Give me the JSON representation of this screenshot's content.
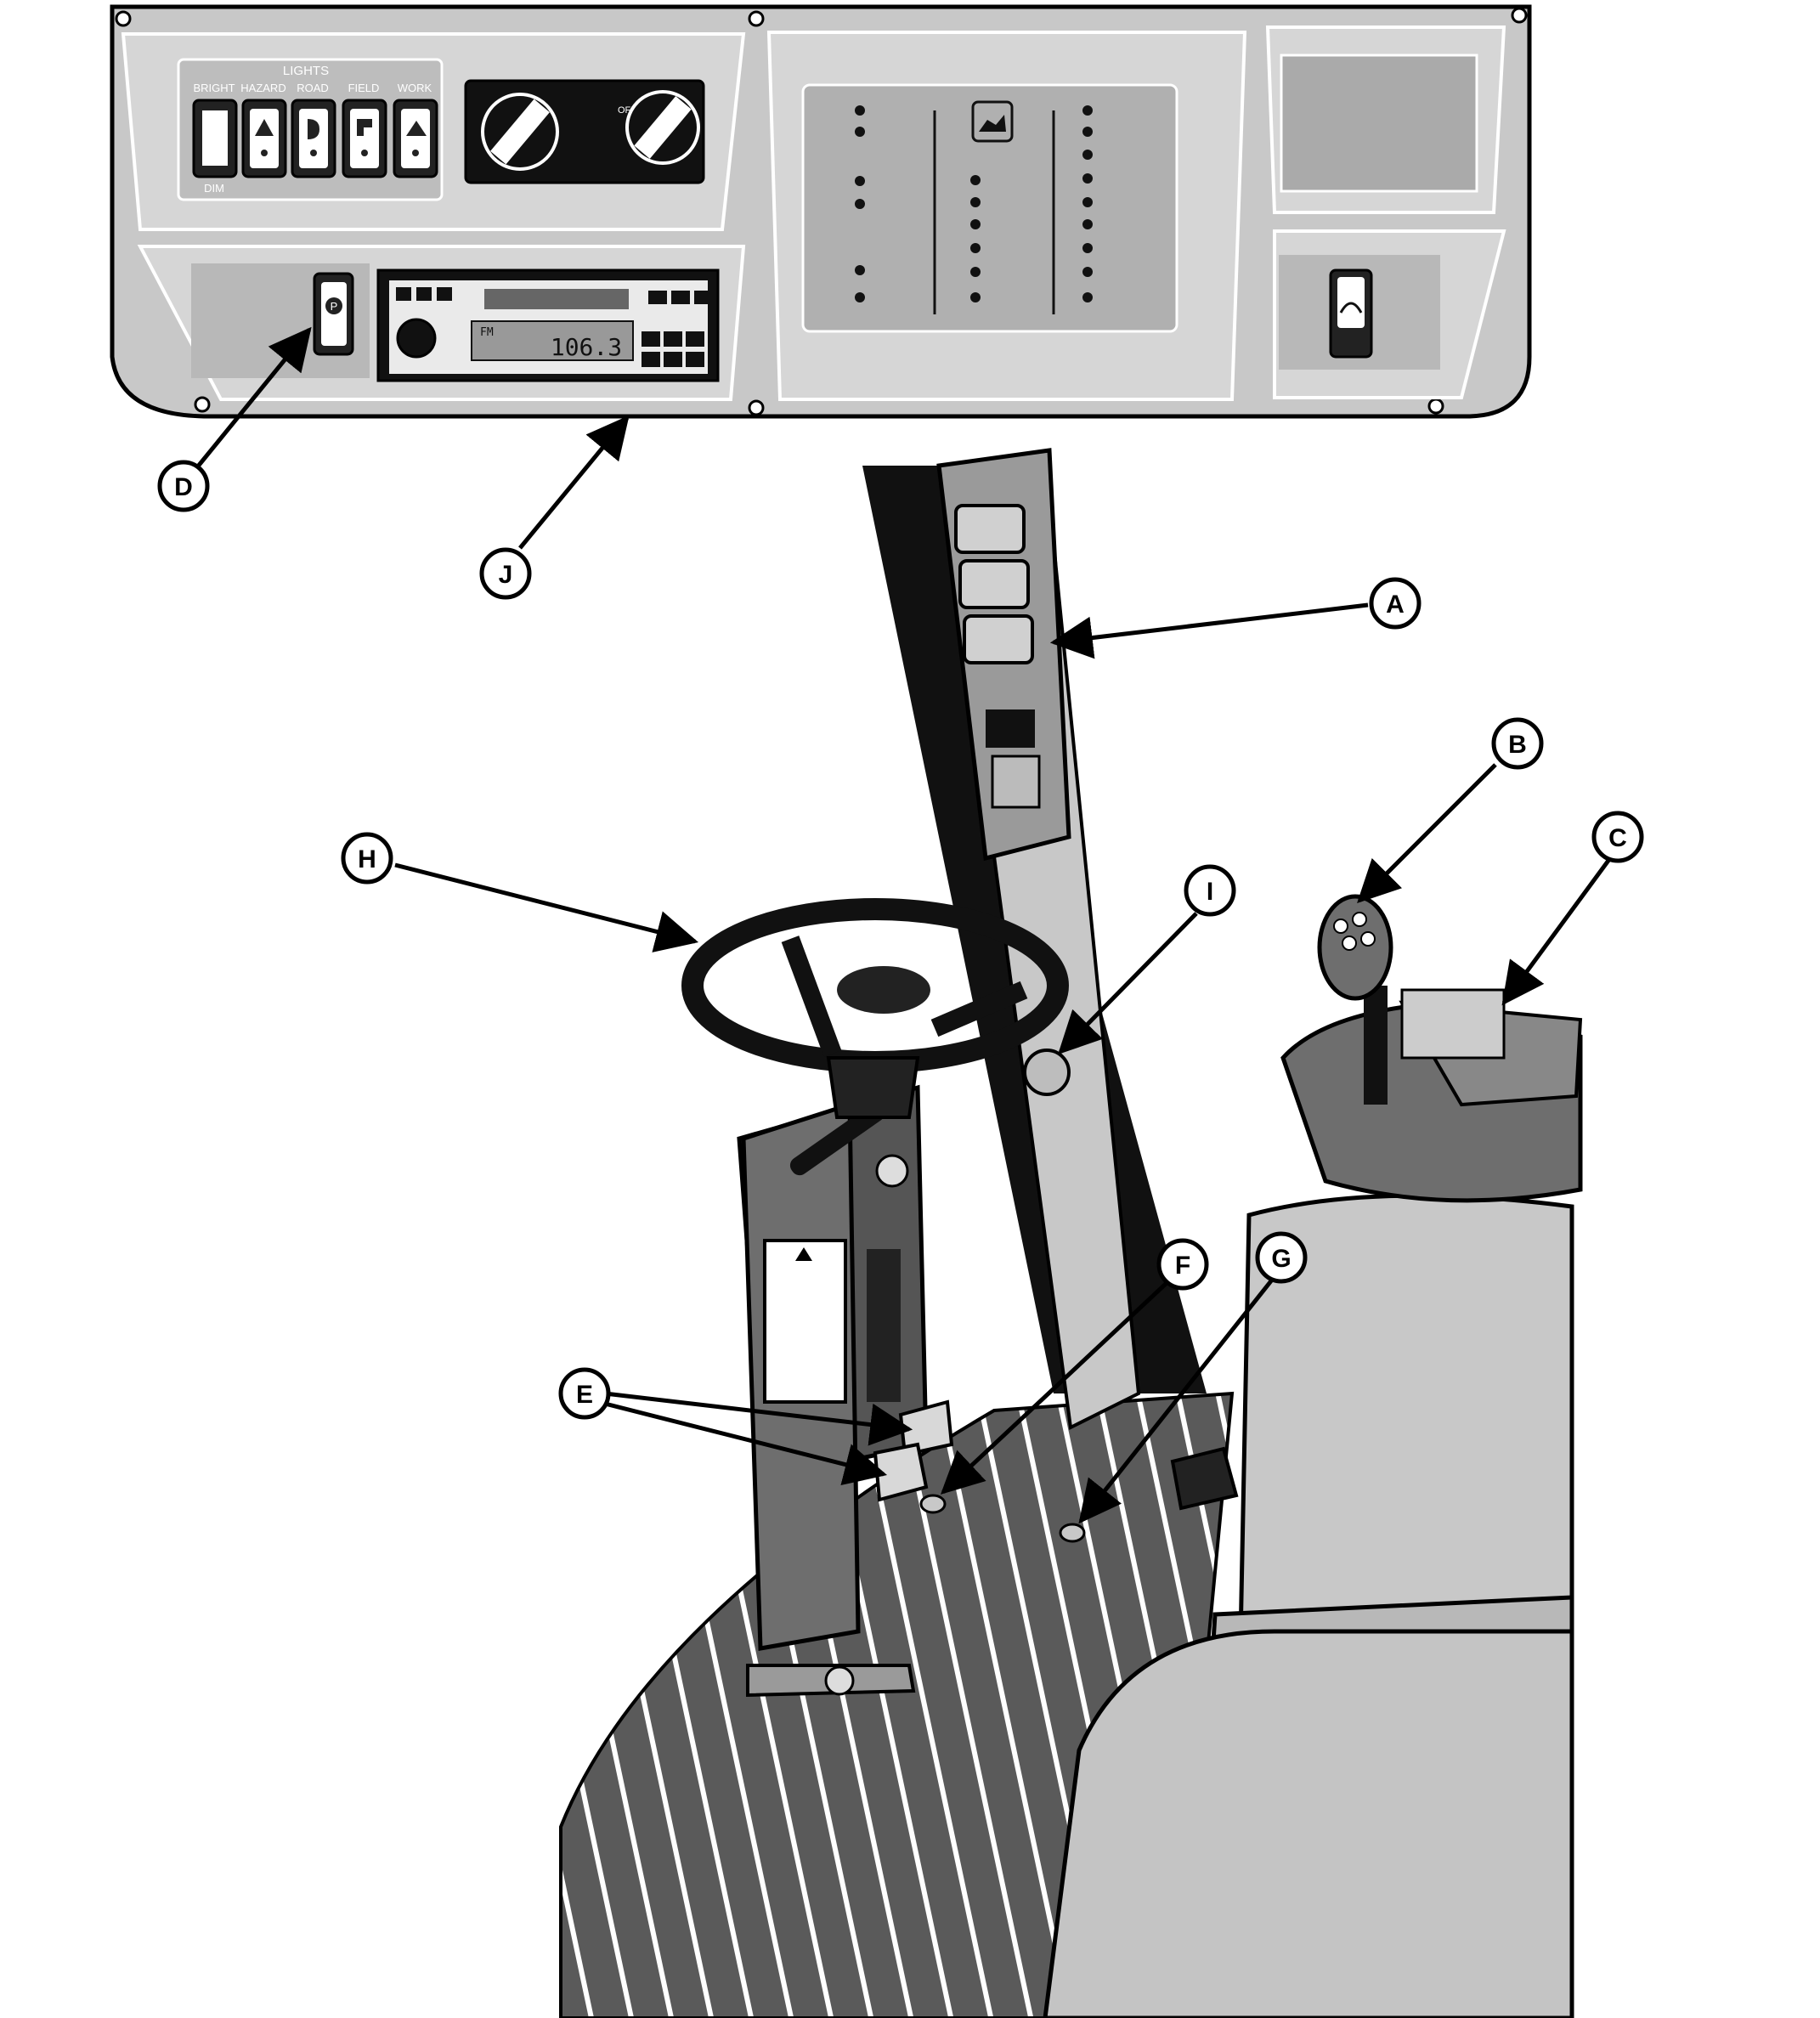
{
  "dash_panel": {
    "lights_title": "LIGHTS",
    "switch_labels": [
      "BRIGHT",
      "HAZARD",
      "ROAD",
      "FIELD",
      "WORK"
    ],
    "dim_label": "DIM",
    "off_label": "OFF"
  },
  "radio": {
    "frequency": "106.3",
    "band_label": "FM"
  },
  "callouts": {
    "A": "A",
    "B": "B",
    "C": "C",
    "D": "D",
    "E": "E",
    "F": "F",
    "G": "G",
    "H": "H",
    "I": "I",
    "J": "J"
  },
  "colors": {
    "panel_gray": "#c8c8c8",
    "dark_gray": "#6e6e6e",
    "black": "#000000",
    "white": "#ffffff"
  }
}
